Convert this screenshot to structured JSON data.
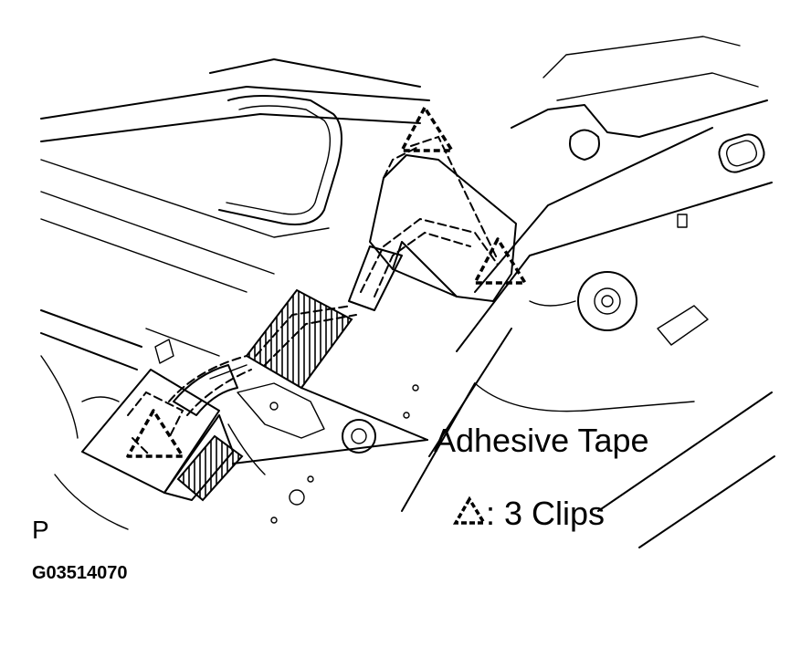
{
  "labels": {
    "adhesive_tape": "Adhesive Tape",
    "clips": ": 3 Clips",
    "view_letter": "P",
    "figure_code": "G03514070"
  },
  "icons": {
    "clip_marker": "dashed-triangle-icon"
  }
}
